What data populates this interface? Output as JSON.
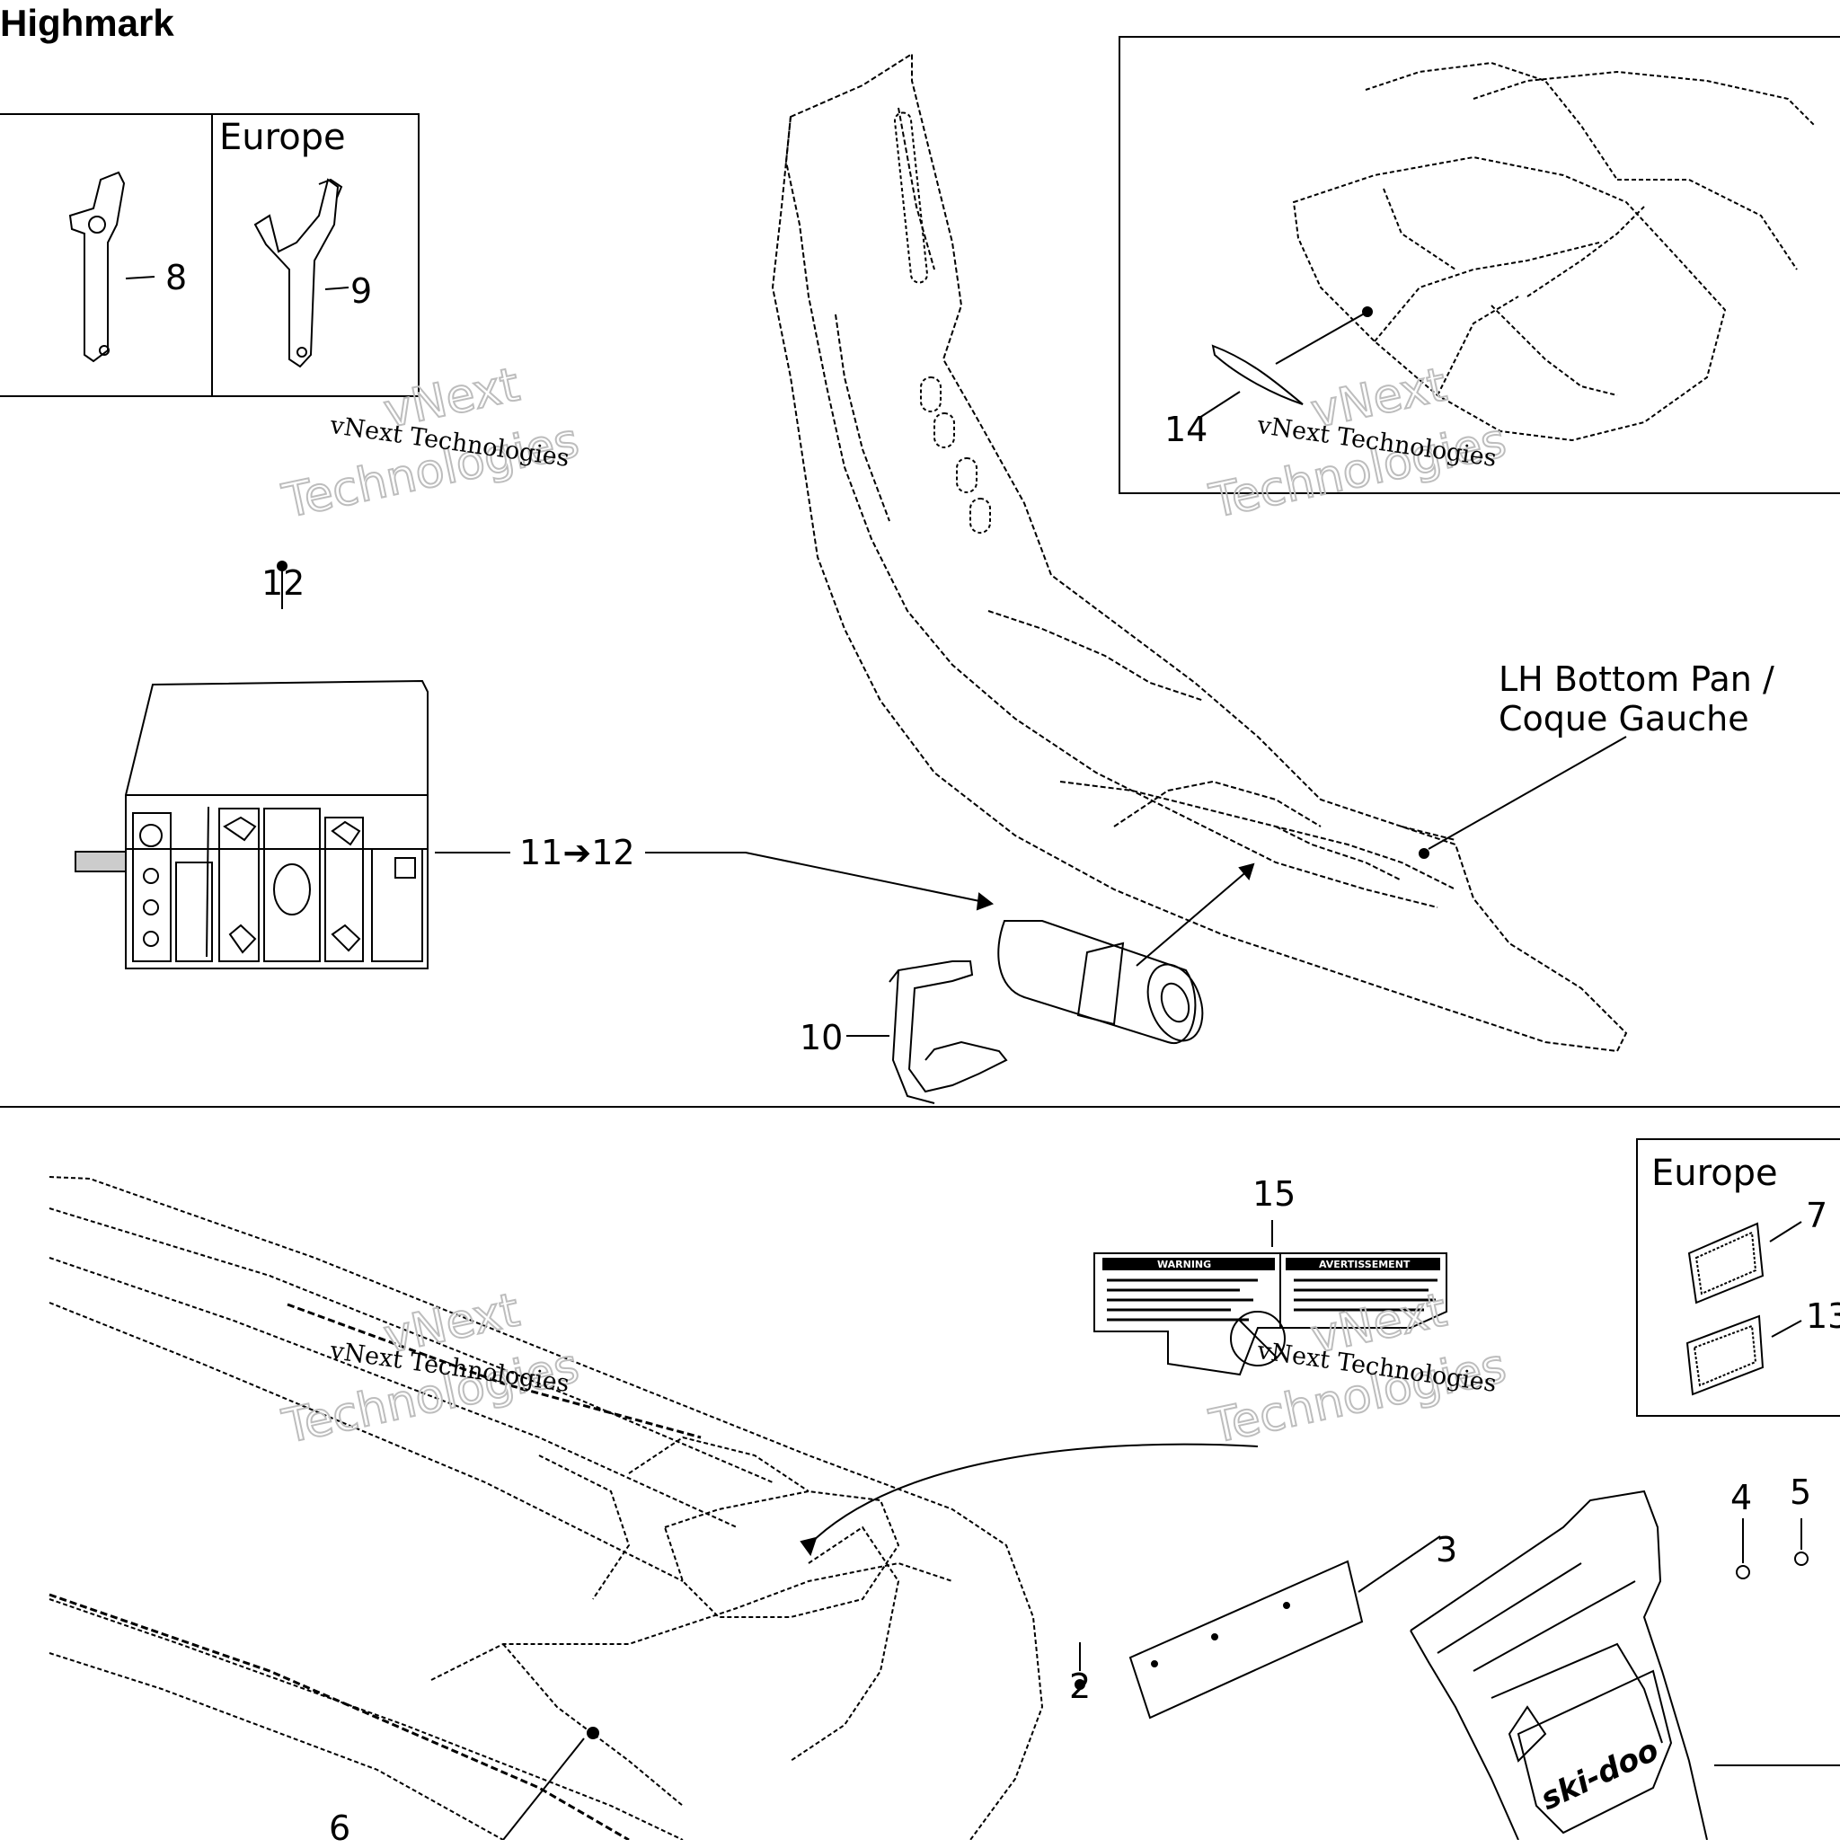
{
  "title": "Highmark",
  "regions": {
    "europe_top": "Europe",
    "europe_bottom": "Europe"
  },
  "callout": {
    "line1": "LH Bottom Pan /",
    "line2": "Coque Gauche"
  },
  "part_numbers": {
    "p2": "2",
    "p3": "3",
    "p4": "4",
    "p5": "5",
    "p6": "6",
    "p7": "7",
    "p8": "8",
    "p9": "9",
    "p10": "10",
    "p11_12": "11➔12",
    "p12": "12",
    "p13": "13",
    "p14": "14",
    "p15": "15"
  },
  "watermark": {
    "line_top": "vNext",
    "line_bottom": "Technologies",
    "caption": "vNext Technologies"
  },
  "label_warning": {
    "left_heading": "WARNING",
    "right_heading": "AVERTISSEMENT"
  },
  "brand_logo": "ski-doo",
  "colors": {
    "ink": "#000000",
    "panel": "#ffffff",
    "watermark": "#c8c8c8"
  }
}
